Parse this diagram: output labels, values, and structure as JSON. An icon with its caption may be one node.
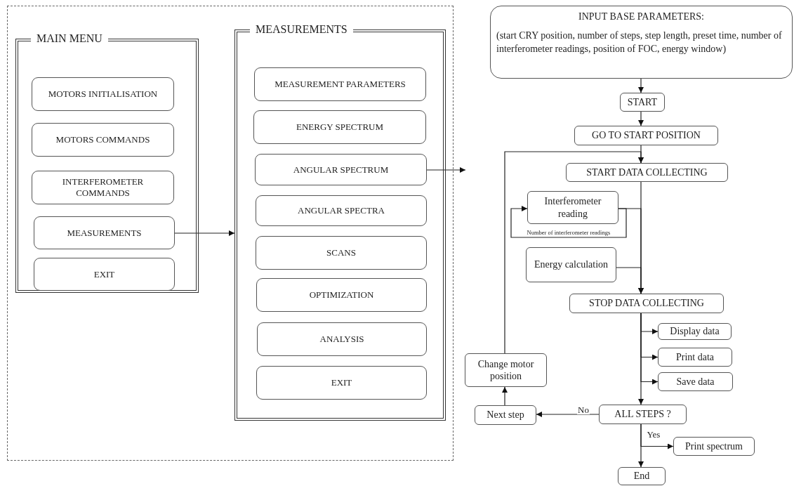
{
  "diagram": {
    "nodes": [
      {
        "text": [],
        "shape": "box"
      },
      {
        "text": [
          "MAIN MENU"
        ],
        "in": 0
      },
      {
        "text": [
          "MOTORS INITIALISATION"
        ],
        "in": 1
      },
      {
        "text": [
          "MOTORS COMMANDS"
        ],
        "in": 1
      },
      {
        "text": [
          "INTERFEROMETER COMMANDS"
        ],
        "in": 1
      },
      {
        "text": [
          "MEASUREMENTS"
        ],
        "in": 1
      },
      {
        "text": [
          "EXIT"
        ],
        "in": 1
      },
      {
        "text": [
          "MEASUREMENTS"
        ],
        "in": 0
      },
      {
        "text": [
          "MEASUREMENT PARAMETERS"
        ],
        "in": 7
      },
      {
        "text": [
          "ENERGY SPECTRUM"
        ],
        "in": 7
      },
      {
        "text": [
          "ANGULAR SPECTRUM"
        ],
        "in": 7
      },
      {
        "text": [
          "ANGULAR SPECTRA"
        ],
        "in": 7
      },
      {
        "text": [
          "SCANS"
        ],
        "in": 7
      },
      {
        "text": [
          "OPTIMIZATION"
        ],
        "in": 7
      },
      {
        "text": [
          "ANALYSIS"
        ],
        "in": 7
      },
      {
        "text": [
          "EXIT"
        ],
        "in": 7
      },
      {
        "text": [
          "INPUT BASE PARAMETERS:",
          "(start CRY position, number of steps, step length, preset time, number of interferometer readings, position of FOC, energy window)"
        ]
      },
      {
        "text": [
          "START"
        ]
      },
      {
        "text": [
          "GO TO START POSITION"
        ]
      },
      {
        "text": [
          "START DATA COLLECTING"
        ]
      },
      {
        "text": [
          "Interferometer reading"
        ]
      },
      {
        "text": [
          "Energy calculation"
        ]
      },
      {
        "text": [
          "STOP DATA COLLECTING"
        ]
      },
      {
        "text": [
          "Display data"
        ]
      },
      {
        "text": [
          "Print data"
        ]
      },
      {
        "text": [
          "Save data"
        ]
      },
      {
        "text": [
          "ALL STEPS ?"
        ]
      },
      {
        "text": [
          "Next step"
        ]
      },
      {
        "text": [
          "Change motor position"
        ]
      },
      {
        "text": [
          "Print spectrum"
        ]
      },
      {
        "text": [
          "End"
        ]
      }
    ],
    "edges": [
      {
        "from": 5,
        "to": 7,
        "arrow": "to"
      },
      {
        "from": 10,
        "to": null,
        "arrow": "to"
      },
      {
        "from": 16,
        "to": 17,
        "arrow": "to"
      },
      {
        "from": 17,
        "to": 18,
        "arrow": "to"
      },
      {
        "from": 18,
        "to": 19,
        "arrow": "to"
      },
      {
        "from": 19,
        "to": 22,
        "arrow": "to"
      },
      {
        "from": 20,
        "to": 20,
        "arrow": "to",
        "label": "Number of interferometer readings"
      },
      {
        "from": 20,
        "to": 22,
        "arrow": "to"
      },
      {
        "from": 21,
        "to": 22,
        "arrow": "to"
      },
      {
        "from": 22,
        "to": 23,
        "arrow": "to"
      },
      {
        "from": 22,
        "to": 24,
        "arrow": "to"
      },
      {
        "from": 22,
        "to": 25,
        "arrow": "to"
      },
      {
        "from": 22,
        "to": 26,
        "arrow": "to"
      },
      {
        "from": 26,
        "to": 27,
        "arrow": "to",
        "label": "No"
      },
      {
        "from": 27,
        "to": 28,
        "arrow": "to"
      },
      {
        "from": 28,
        "to": 19,
        "arrow": "to"
      },
      {
        "from": 26,
        "to": 29,
        "arrow": "to"
      },
      {
        "from": 26,
        "to": 30,
        "arrow": "to",
        "label": "Yes"
      }
    ]
  }
}
